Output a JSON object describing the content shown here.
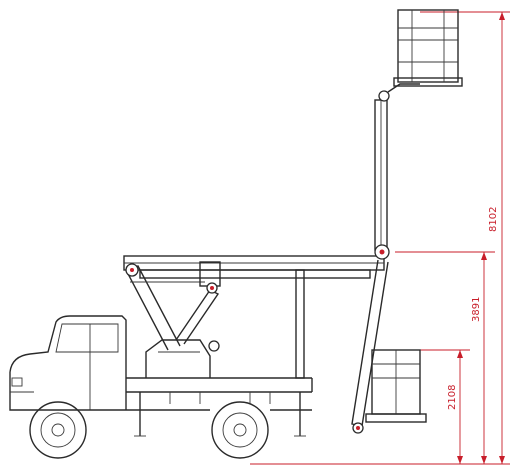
{
  "dimensions": {
    "total_height": "8102",
    "mid_height": "3891",
    "low_height": "2108"
  },
  "colors": {
    "line": "#2a2a2a",
    "dimension": "#c81e2a",
    "background": "#ffffff"
  }
}
